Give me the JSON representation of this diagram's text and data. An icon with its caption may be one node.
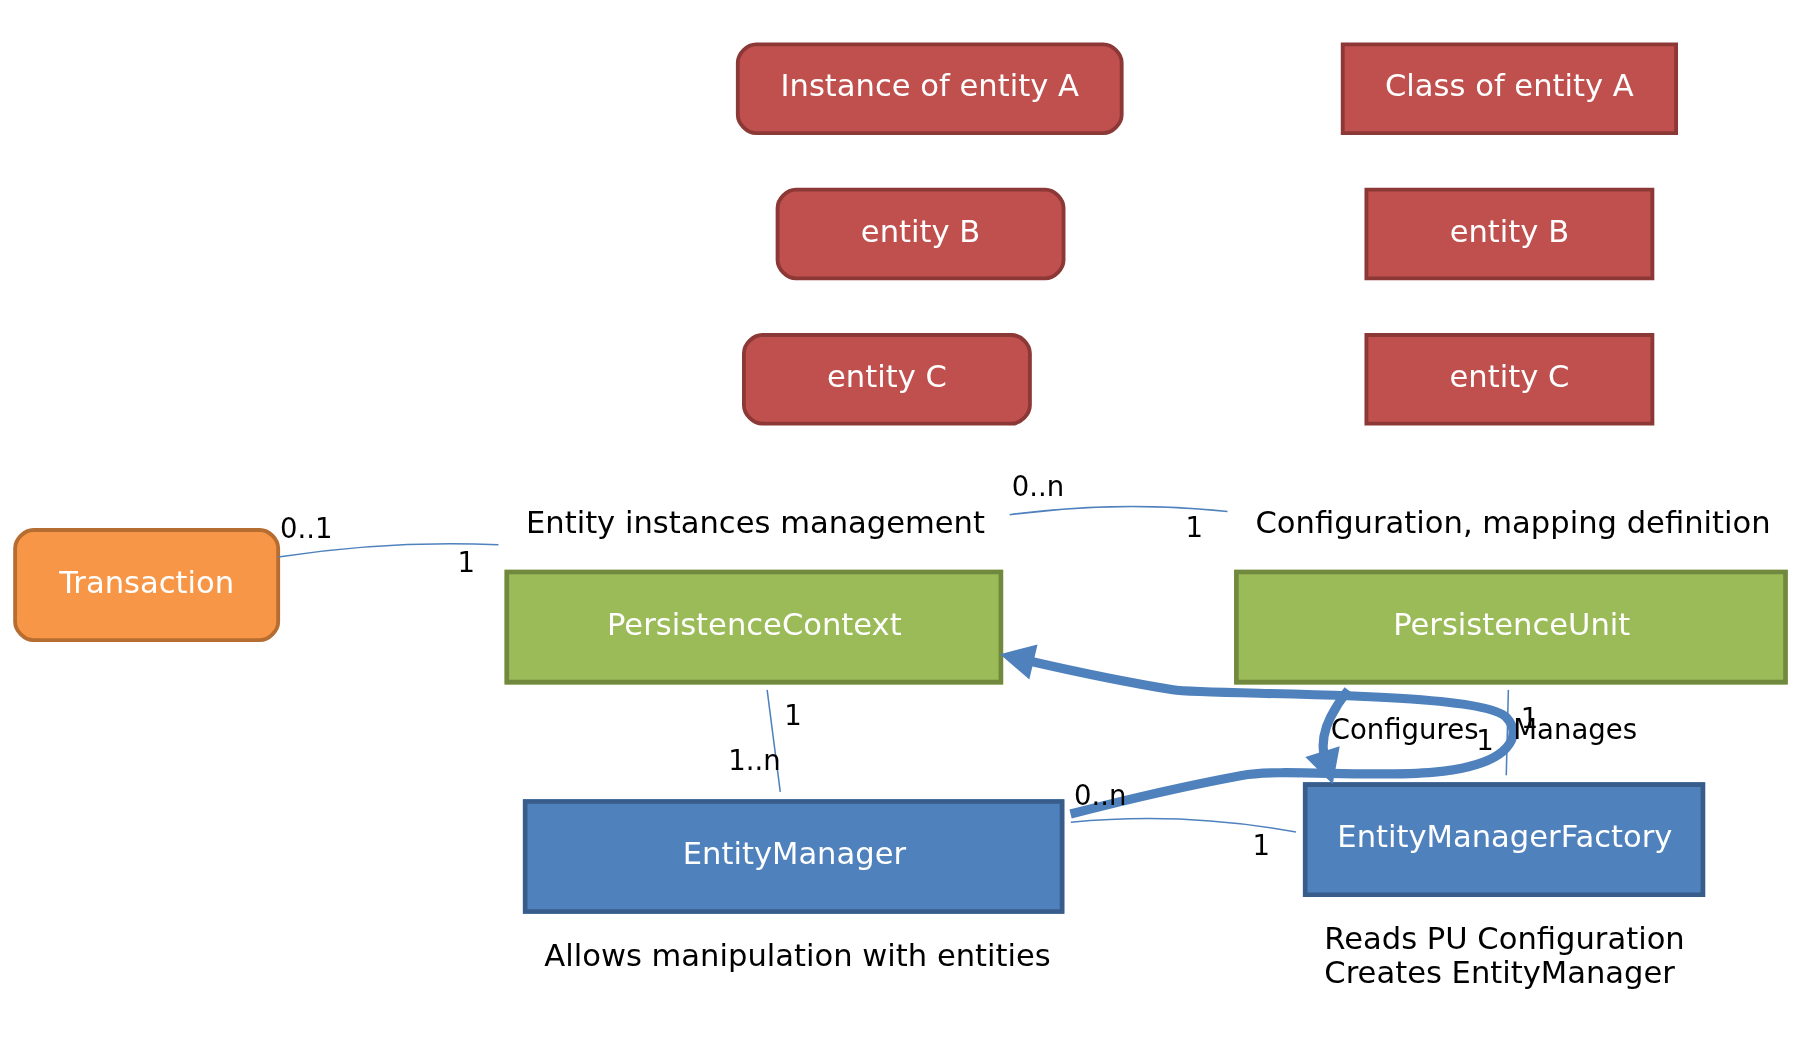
{
  "diagram": {
    "nodes": [
      {
        "text": [
          "Transaction"
        ]
      },
      {
        "text": [
          "PersistenceContext"
        ],
        "beside": [
          "Entity instances management"
        ]
      },
      {
        "text": [
          "PersistenceUnit"
        ],
        "beside": [
          "Configuration, mapping definition"
        ]
      },
      {
        "text": [
          "EntityManager"
        ],
        "beside": [
          "Allows manipulation with entities"
        ]
      },
      {
        "text": [
          "EntityManagerFactory"
        ],
        "beside": [
          "Reads PU Configuration",
          "Creates EntityManager"
        ]
      },
      {
        "text": [
          "Instance of entity A"
        ]
      },
      {
        "text": [
          "entity B"
        ]
      },
      {
        "text": [
          "entity C"
        ]
      },
      {
        "text": [
          "Class of entity A"
        ]
      },
      {
        "text": [
          "entity B"
        ]
      },
      {
        "text": [
          "entity C"
        ]
      }
    ],
    "edges": [
      {
        "from": 0,
        "to": 1,
        "arrow": "none"
      },
      {
        "from": 1,
        "to": 2,
        "arrow": "none"
      },
      {
        "from": 1,
        "to": 3,
        "arrow": "none"
      },
      {
        "from": 2,
        "to": 4,
        "arrow": "none"
      },
      {
        "from": 3,
        "to": 4,
        "arrow": "none"
      },
      {
        "from": 3,
        "to": 1,
        "arrow": "to",
        "label": "Manages",
        "style": "thick"
      },
      {
        "from": 2,
        "to": 4,
        "arrow": "to",
        "label": "Configures",
        "style": "thick"
      }
    ],
    "labels": [
      "0..1",
      "1",
      "0..n",
      "1",
      "1",
      "1",
      "1..n",
      "1",
      "0..n",
      "1"
    ]
  }
}
